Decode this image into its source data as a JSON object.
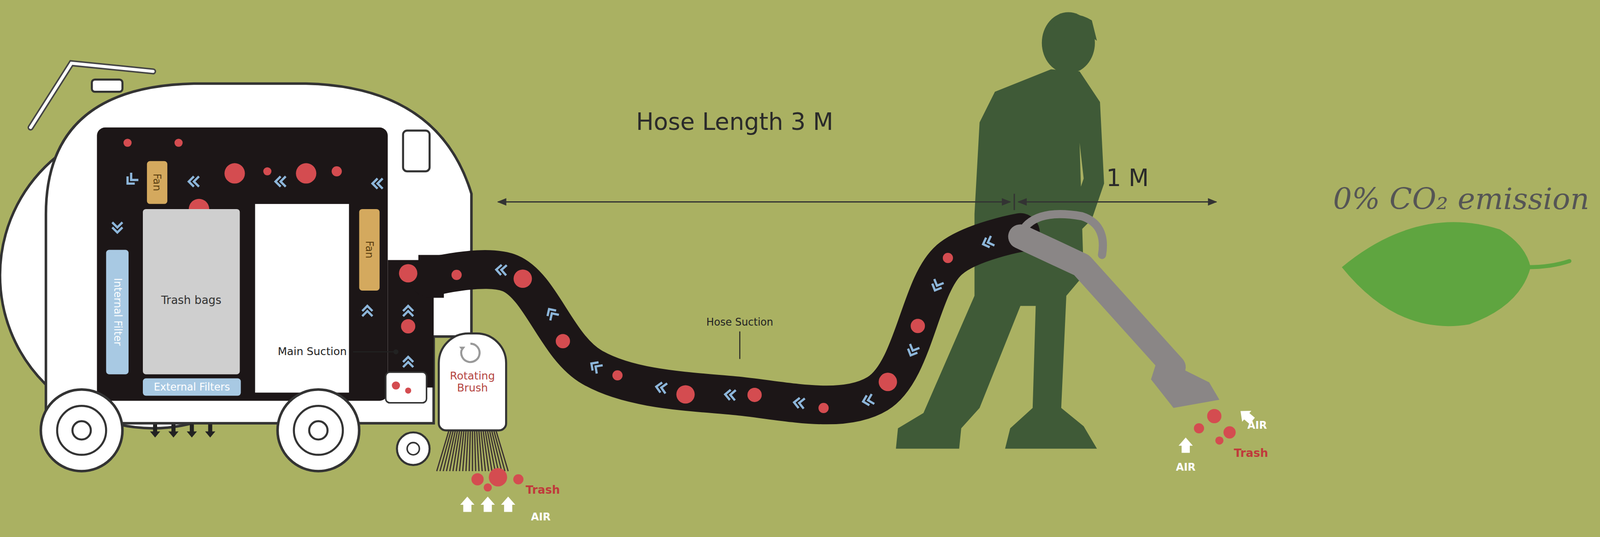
{
  "diagram": {
    "nodes": [
      {
        "text": [
          "Fan"
        ]
      },
      {
        "text": [
          "Trash bags"
        ]
      },
      {
        "text": [
          "Internal Filter"
        ]
      },
      {
        "text": [
          "External Filters"
        ]
      },
      {
        "text": [
          "Fan"
        ]
      },
      {
        "text": [
          "Rotating Brush"
        ]
      }
    ],
    "labels": [
      "Hose Length 3 M",
      "1 M",
      "0% CO₂ emission",
      "Main Suction",
      "Hose Suction",
      "Trash",
      "AIR",
      "AIR",
      "Trash",
      "AIR"
    ]
  }
}
